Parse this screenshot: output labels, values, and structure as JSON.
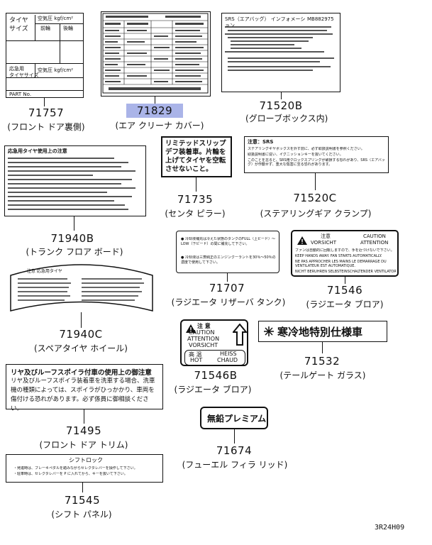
{
  "parts": [
    {
      "id": "p71757",
      "number": "71757",
      "caption": "(フロント ドア裏側)"
    },
    {
      "id": "p71829",
      "number": "71829",
      "caption": "(エア クリーナ カバー)",
      "highlighted": true
    },
    {
      "id": "p71520b",
      "number": "71520B",
      "caption": "(グローブボックス内)"
    },
    {
      "id": "p71735",
      "number": "71735",
      "caption": "(センタ ピラー)"
    },
    {
      "id": "p71520c",
      "number": "71520C",
      "caption": "(ステアリングギア クランプ)"
    },
    {
      "id": "p71940b",
      "number": "71940B",
      "caption": "(トランク フロア ボード)"
    },
    {
      "id": "p71707",
      "number": "71707",
      "caption": "(ラジエータ リザーバ タンク)"
    },
    {
      "id": "p71546",
      "number": "71546",
      "caption": "(ラジエータ ブロア)"
    },
    {
      "id": "p71940c",
      "number": "71940C",
      "caption": "(スペアタイヤ ホイール)"
    },
    {
      "id": "p71546b",
      "number": "71546B",
      "caption": "(ラジエータ ブロア)"
    },
    {
      "id": "p71532",
      "number": "71532",
      "caption": "(テールゲート ガラス)"
    },
    {
      "id": "p71495",
      "number": "71495",
      "caption": "(フロント ドア トリム)"
    },
    {
      "id": "p71674",
      "number": "71674",
      "caption": "(フューエル フィラ リッド)"
    },
    {
      "id": "p71545",
      "number": "71545",
      "caption": "(シフト パネル)"
    }
  ],
  "labels": {
    "tire": {
      "row1a": "タイヤ",
      "row1b": "サイズ",
      "row1c": "空気圧 kgf/cm²",
      "col1": "前輪",
      "col2": "後輪",
      "row2a": "応急用",
      "row2b": "タイヤサイズ",
      "row2c": "空気圧 kgf/cm²",
      "partno": "PART No."
    },
    "srs_info": {
      "title": "SRS（エアバッグ） インフォメーション",
      "code": "MB882975"
    },
    "limited_slip": {
      "text": "リミテッドスリップデフ装着車。片輪を上げてタイヤを空転させないこと。"
    },
    "srs_clamp": {
      "title": "注意：SRS",
      "line1": "ステアリングギヤボックスを外す前に、必ず取扱説明書を参照ください。",
      "line2": "取扱説明書に従い、イグニッションキーを抜いてください。",
      "line3": "このことを怠ると、SRS用クロックスプリングが破損する恐れがあり、SRS（エアバッグ）が作動せず、重大な傷害に至る恐れがあります。"
    },
    "reservoir": {
      "line1": "● 冷却液補充は冷えた状態のタンクのFULL（上ビード）〜LOW（下ビード）の間に補充して下さい。",
      "line2": "● 冷却液は三菱純正のエンジンクーラントを30％〜50％の濃度で使用して下さい。"
    },
    "caution_fan": {
      "head1": "注意",
      "head2": "CAUTION",
      "head3": "VORSICHT",
      "head4": "ATTENTION",
      "l1": "ファンは自動的に回転しますので、手を近づけないで下さい。",
      "l2": "KEEP HANDS AWAY. FAN STARTS AUTOMATICALLY.",
      "l3": "NE PAS APPROCHER LES MAINS LE DEMARRAGE DU VENTILATEUR EST AUTOMATIQUE.",
      "l4": "NICHT BERÜHREN SELBSTEINSCHALTENDER VENTILATOR."
    },
    "hot": {
      "h1": "注 意",
      "h2": "CAUTION",
      "h3": "ATTENTION",
      "h4": "VORSICHT",
      "hot1": "高 温",
      "hot2": "HOT",
      "hot3": "HEISS",
      "hot4": "CHAUD"
    },
    "cold_spec": {
      "text": "寒冷地特別仕様車"
    },
    "spoiler": {
      "title": "リヤ及びルーフスポイラ付車の使用上の御注意",
      "body": "リヤ及びルーフスポイラ装着車を洗車する場合、洗車機の種類によっては、スポイラがひっかかり、車両を傷付ける恐れがあります。必ず係員に御相談ください。"
    },
    "unleaded": {
      "text": "無鉛プレミアム"
    },
    "shiftlock": {
      "title": "シフトロック",
      "l1": "・発進時は、ブレーキペダルを踏みながらセレクタレバーを操作して下さい。",
      "l2": "・駐車時は、セレクタレバーを P に入れてから、キーを抜いて下さい。"
    },
    "trunk": {
      "title": "応急用タイヤ使用上の注意"
    },
    "spare": {
      "title": "注意 応急用タイヤ"
    }
  },
  "footer": {
    "code": "3R24H09"
  }
}
